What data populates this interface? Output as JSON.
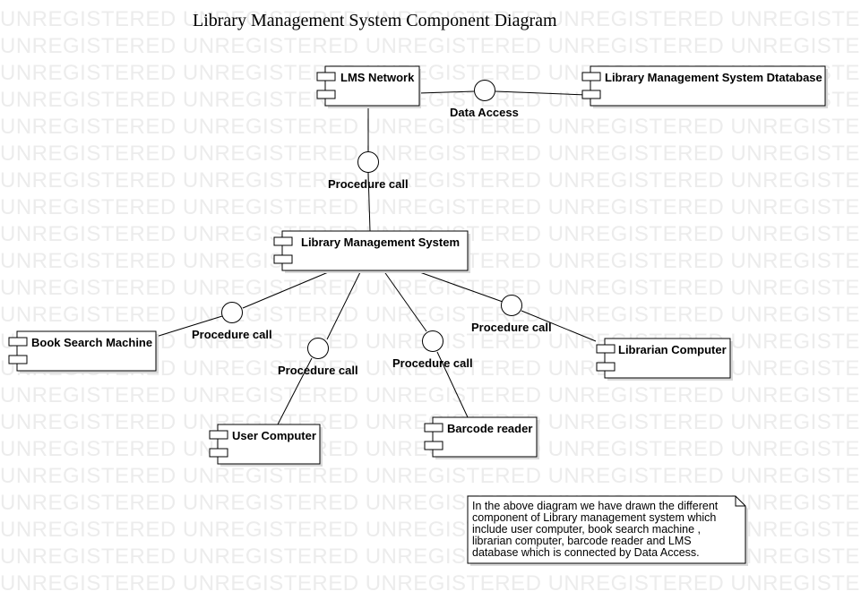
{
  "watermark": "UNREGISTERED",
  "title": "Library Management System Component Diagram",
  "components": {
    "lms_network": "LMS Network",
    "lms_database": "Library Management System Dtatabase",
    "lms": "Library Management System",
    "book_search": "Book Search Machine",
    "librarian": "Librarian Computer",
    "user_computer": "User Computer",
    "barcode": "Barcode reader"
  },
  "connectors": {
    "data_access": "Data Access",
    "proc_network": "Procedure call",
    "proc_book": "Procedure call",
    "proc_user": "Procedure call",
    "proc_barcode": "Procedure call",
    "proc_librarian": "Procedure call"
  },
  "note": {
    "lines": [
      "In the above diagram we have drawn the different",
      "component of Library management system which",
      "include user computer, book search machine ,",
      "librarian computer, barcode reader and LMS",
      "database which is connected by Data Access."
    ]
  }
}
